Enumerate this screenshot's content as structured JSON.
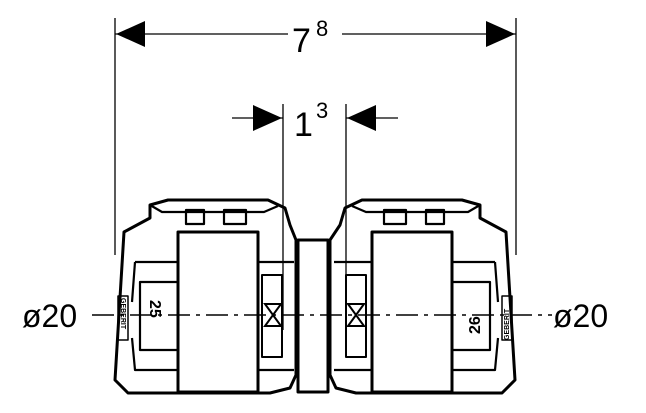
{
  "dimensions": {
    "overall_base": "7",
    "overall_sup": "8",
    "insertion_base": "1",
    "insertion_sup": "3"
  },
  "diameters": {
    "left": "ø20",
    "right": "ø20"
  },
  "markings": {
    "left_size": "25",
    "right_size": "26",
    "brand": "GEBERIT"
  },
  "colors": {
    "stroke": "#000000",
    "background": "#ffffff"
  },
  "icons": {
    "dimension_arrow": "filled-triangle",
    "insertion_mark": "hourglass-icon"
  }
}
